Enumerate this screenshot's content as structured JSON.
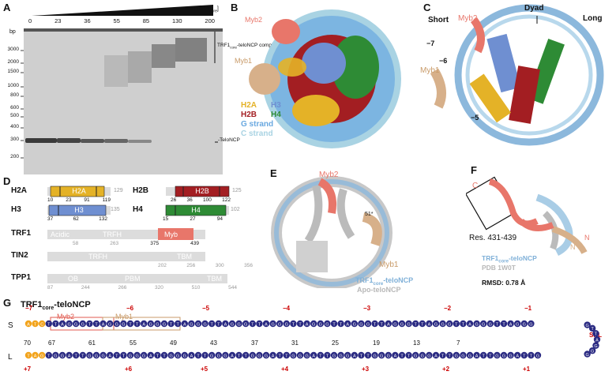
{
  "panels": {
    "A": {
      "label": "A",
      "unit": "nM [TRF1",
      "unit_sub": "core",
      "unit_close": "]",
      "concentrations": [
        "0",
        "23",
        "36",
        "55",
        "85",
        "130",
        "200"
      ],
      "bp_label": "bp",
      "ladder": [
        "3000",
        "2000",
        "1500",
        "1000",
        "800",
        "600",
        "500",
        "400",
        "300",
        "200"
      ],
      "complex_label_pre": "TRF1",
      "complex_label_sub": "core",
      "complex_label_post": "-teloNCP complexes",
      "free_label": "-TeloNCP"
    },
    "B": {
      "label": "B",
      "myb2": "Myb2",
      "myb1": "Myb1",
      "legend": [
        {
          "text": "H2A",
          "color": "#e4b227"
        },
        {
          "text": "H3",
          "color": "#6f8fd1"
        },
        {
          "text": "H2B",
          "color": "#a31e22"
        },
        {
          "text": "H4",
          "color": "#2e8b35"
        },
        {
          "text": "G strand",
          "color": "#69a8e0"
        },
        {
          "text": "C strand",
          "color": "#a9d3e3"
        }
      ]
    },
    "C": {
      "label": "C",
      "short": "Short",
      "myb2": "Myb2",
      "dyad": "Dyad",
      "long": "Long",
      "myb1": "Myb1",
      "shl_7": "−7",
      "shl_6": "−6",
      "shl_5": "−5"
    },
    "D": {
      "label": "D",
      "domains": [
        {
          "name": "H2A",
          "box": "H2A",
          "len": "129",
          "ticks": [
            "10",
            "23",
            "91",
            "119"
          ],
          "color": "#e4b227"
        },
        {
          "name": "H2B",
          "box": "H2B",
          "len": "125",
          "ticks": [
            "26",
            "36",
            "100",
            "122"
          ],
          "color": "#a31e22"
        },
        {
          "name": "H3",
          "box": "H3",
          "len": "135",
          "ticks": [
            "37",
            "62",
            "132"
          ],
          "color": "#6f8fd1"
        },
        {
          "name": "H4",
          "box": "H4",
          "len": "102",
          "ticks": [
            "15",
            "27",
            "94"
          ],
          "color": "#2e8b35"
        }
      ],
      "trf1": {
        "name": "TRF1",
        "acidic": "Acidic",
        "trfh": "TRFH",
        "myb": "Myb",
        "ticks": [
          "58",
          "263",
          "375",
          "439"
        ]
      },
      "tin2": {
        "name": "TIN2",
        "trfh": "TRFH",
        "tbm": "TBM",
        "ticks": [
          "202",
          "256",
          "300",
          "356"
        ]
      },
      "tpp1": {
        "name": "TPP1",
        "ob": "OB",
        "pbm": "PBM",
        "tbm": "TBM",
        "ticks": [
          "87",
          "244",
          "266",
          "320",
          "510",
          "544"
        ]
      }
    },
    "E": {
      "label": "E",
      "myb2": "Myb2",
      "myb1": "Myb1",
      "res": "51*",
      "legend1_pre": "TRF1",
      "legend1_sub": "core",
      "legend1_post": "-teloNCP",
      "legend2": "Apo-teloNCP"
    },
    "F": {
      "label": "F",
      "c_term": "C",
      "n_term1": "N",
      "n_term2": "N",
      "res": "Res. 431-439",
      "legend1_pre": "TRF1",
      "legend1_sub": "core",
      "legend1_post": "-teloNCP",
      "legend2": "PDB 1W0T",
      "rmsd": "RMSD: 0.78 Å"
    },
    "G": {
      "label": "G",
      "title_pre": "TRF1",
      "title_sub": "core",
      "title_post": "-teloNCP",
      "strand_s": "S",
      "strand_l": "L",
      "myb2": "Myb2",
      "myb1": "Myb1",
      "shl_label": "SHL",
      "shl_zero": "0",
      "top_shl": [
        "−7",
        "−6",
        "−5",
        "−4",
        "−3",
        "−2",
        "−1"
      ],
      "bottom_shl": [
        "+7",
        "+6",
        "+5",
        "+4",
        "+3",
        "+2",
        "+1"
      ],
      "positions": [
        "70",
        "67",
        "61",
        "55",
        "49",
        "43",
        "37",
        "31",
        "25",
        "19",
        "13",
        "7"
      ],
      "seq_top": "ATCTTAGGGTTAGGGTTAGGGTTAGGGTTAGGGTTAGGGTTAGGGTTAGGGTTAGGGTTAGGGTTAGGGTTAGGG",
      "seq_bottom": "TAGTGGATTGGGATTGGGATTGGGATTGGGATTGGGATTGGGATTGGGATTGGGATTGGGATTGGGATTGGGATTG",
      "loop": "GTTAGGG"
    }
  }
}
